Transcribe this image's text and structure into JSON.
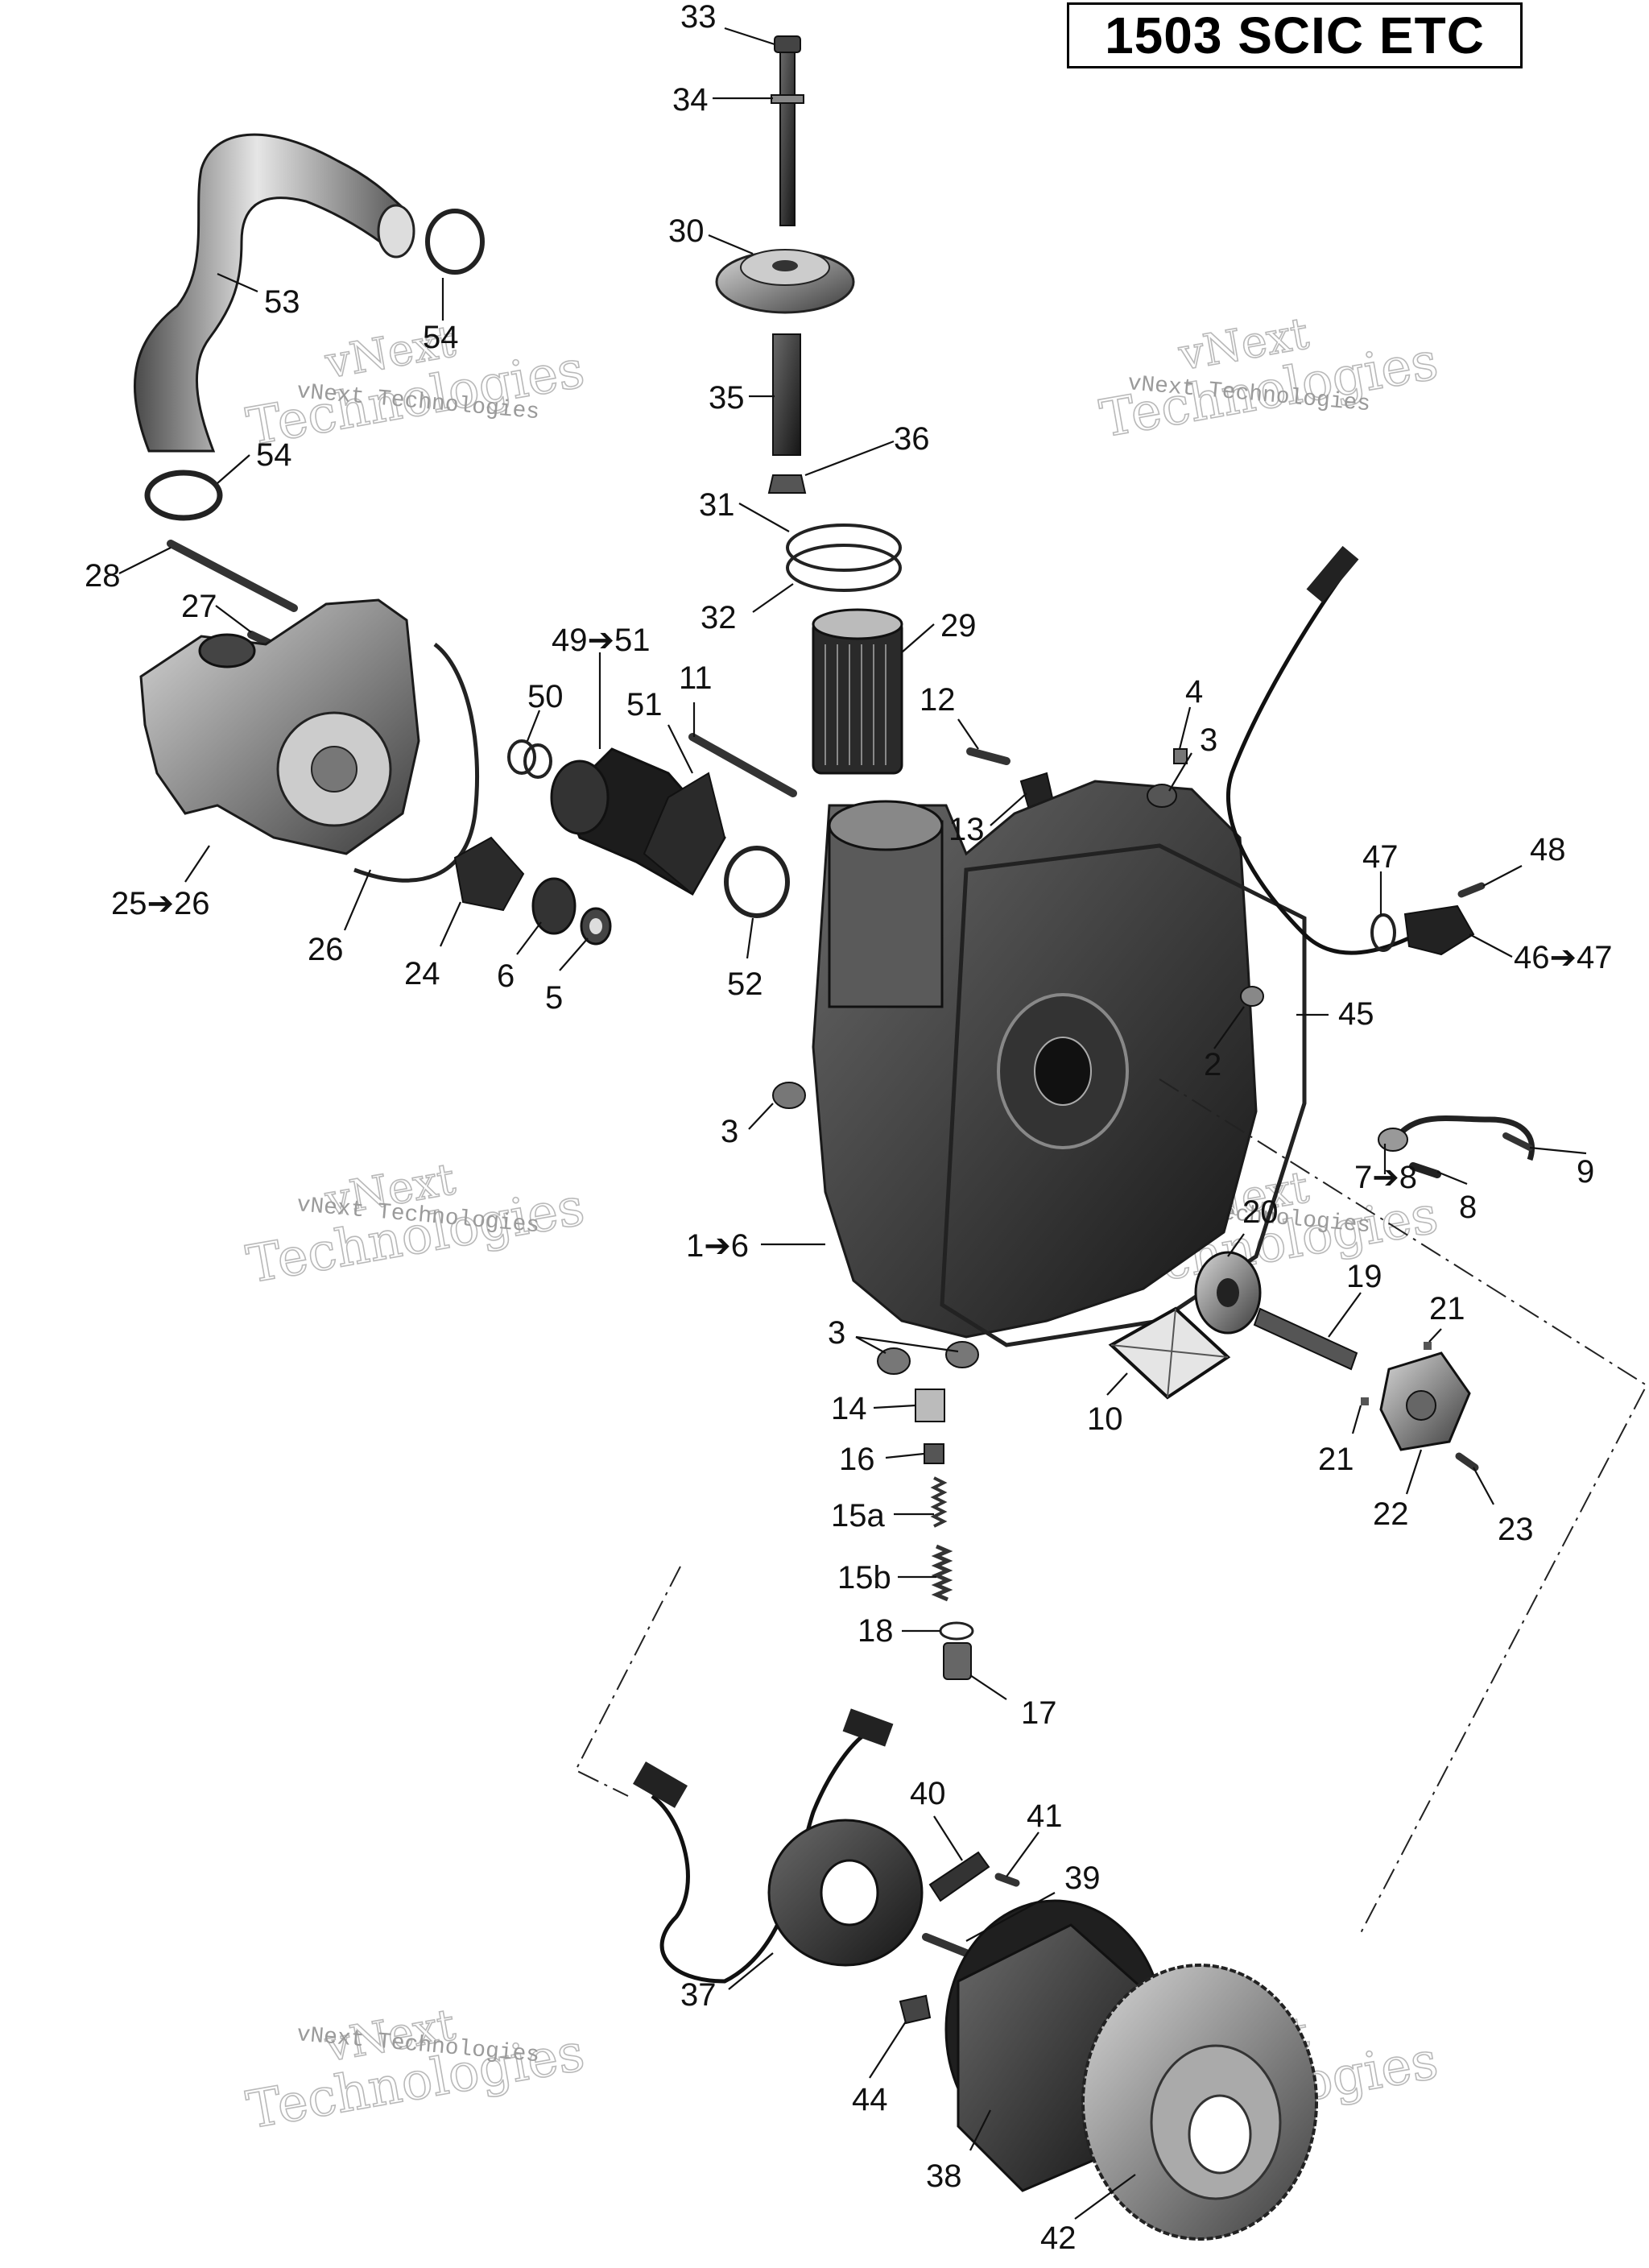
{
  "title": "1503 SCIC ETC",
  "watermark": {
    "line1": "vNext",
    "line2": "Technologies",
    "caption": "vNext Technologies"
  },
  "callouts": [
    "33",
    "34",
    "30",
    "35",
    "36",
    "31",
    "32",
    "29",
    "53",
    "54",
    "54",
    "28",
    "27",
    "49➔51",
    "50",
    "51",
    "11",
    "12",
    "13",
    "4",
    "3",
    "47",
    "48",
    "46➔47",
    "25➔26",
    "26",
    "24",
    "6",
    "5",
    "52",
    "45",
    "2",
    "3",
    "7➔8",
    "8",
    "9",
    "1➔6",
    "20",
    "19",
    "21",
    "21",
    "22",
    "23",
    "3",
    "14",
    "16",
    "15a",
    "15b",
    "18",
    "17",
    "10",
    "40",
    "41",
    "39",
    "37",
    "44",
    "38",
    "42"
  ]
}
